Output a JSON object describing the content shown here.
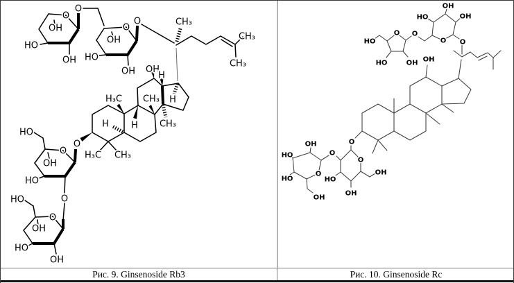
{
  "table": {
    "background": "#ffffff",
    "border_color": "#3a3a3a",
    "divider_color": "#808080",
    "caption_rule_color": "#808080",
    "bottom_bar_color": "#141414"
  },
  "glyphs": {
    "oxygen": "O",
    "hydroxyl": "OH",
    "hydroxyl_reversed": "HO",
    "methyl": "CH₃",
    "methyl_reversed": "H₃C",
    "hydrogen": "H"
  },
  "figures": [
    {
      "caption": "Рис. 9. Ginsenoside Rb3"
    },
    {
      "caption": "Рис. 10. Ginsenoside Rc"
    }
  ]
}
